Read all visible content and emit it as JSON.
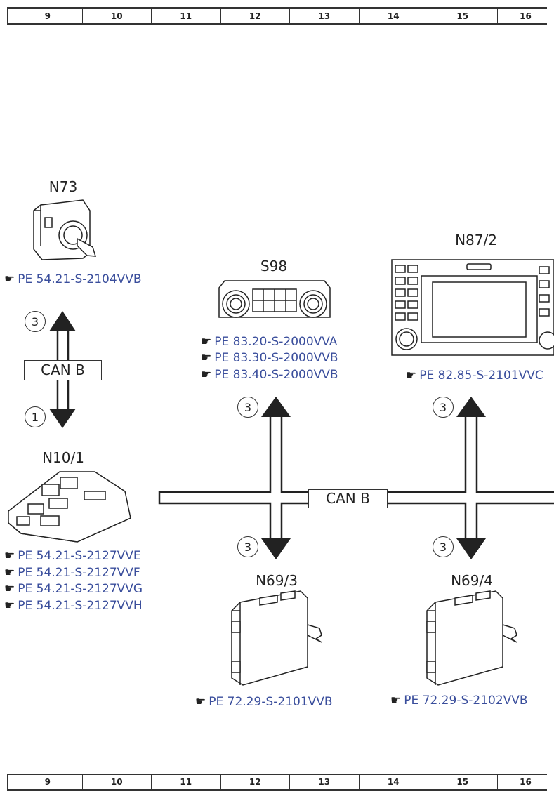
{
  "ruler": {
    "columns": [
      "9",
      "10",
      "11",
      "12",
      "13",
      "14",
      "15",
      "16"
    ]
  },
  "components": {
    "n73": {
      "label": "N73",
      "refs": [
        "PE 54.21-S-2104VVB"
      ]
    },
    "s98": {
      "label": "S98",
      "refs": [
        "PE 83.20-S-2000VVA",
        "PE 83.30-S-2000VVB",
        "PE 83.40-S-2000VVB"
      ]
    },
    "n87_2": {
      "label": "N87/2",
      "refs": [
        "PE 82.85-S-2101VVC"
      ]
    },
    "n10_1": {
      "label": "N10/1",
      "refs": [
        "PE 54.21-S-2127VVE",
        "PE 54.21-S-2127VVF",
        "PE 54.21-S-2127VVG",
        "PE 54.21-S-2127VVH"
      ]
    },
    "n69_3": {
      "label": "N69/3",
      "refs": [
        "PE 72.29-S-2101VVB"
      ]
    },
    "n69_4": {
      "label": "N69/4",
      "refs": [
        "PE 72.29-S-2102VVB"
      ]
    }
  },
  "bus": {
    "left_label": "CAN B",
    "main_label": "CAN B"
  },
  "markers": {
    "n73_up": "3",
    "n10_down": "1",
    "s98_up": "3",
    "n87_up": "3",
    "n69_3_down": "3",
    "n69_4_down": "3"
  },
  "icons": {
    "reference": "pointing-hand-icon"
  }
}
